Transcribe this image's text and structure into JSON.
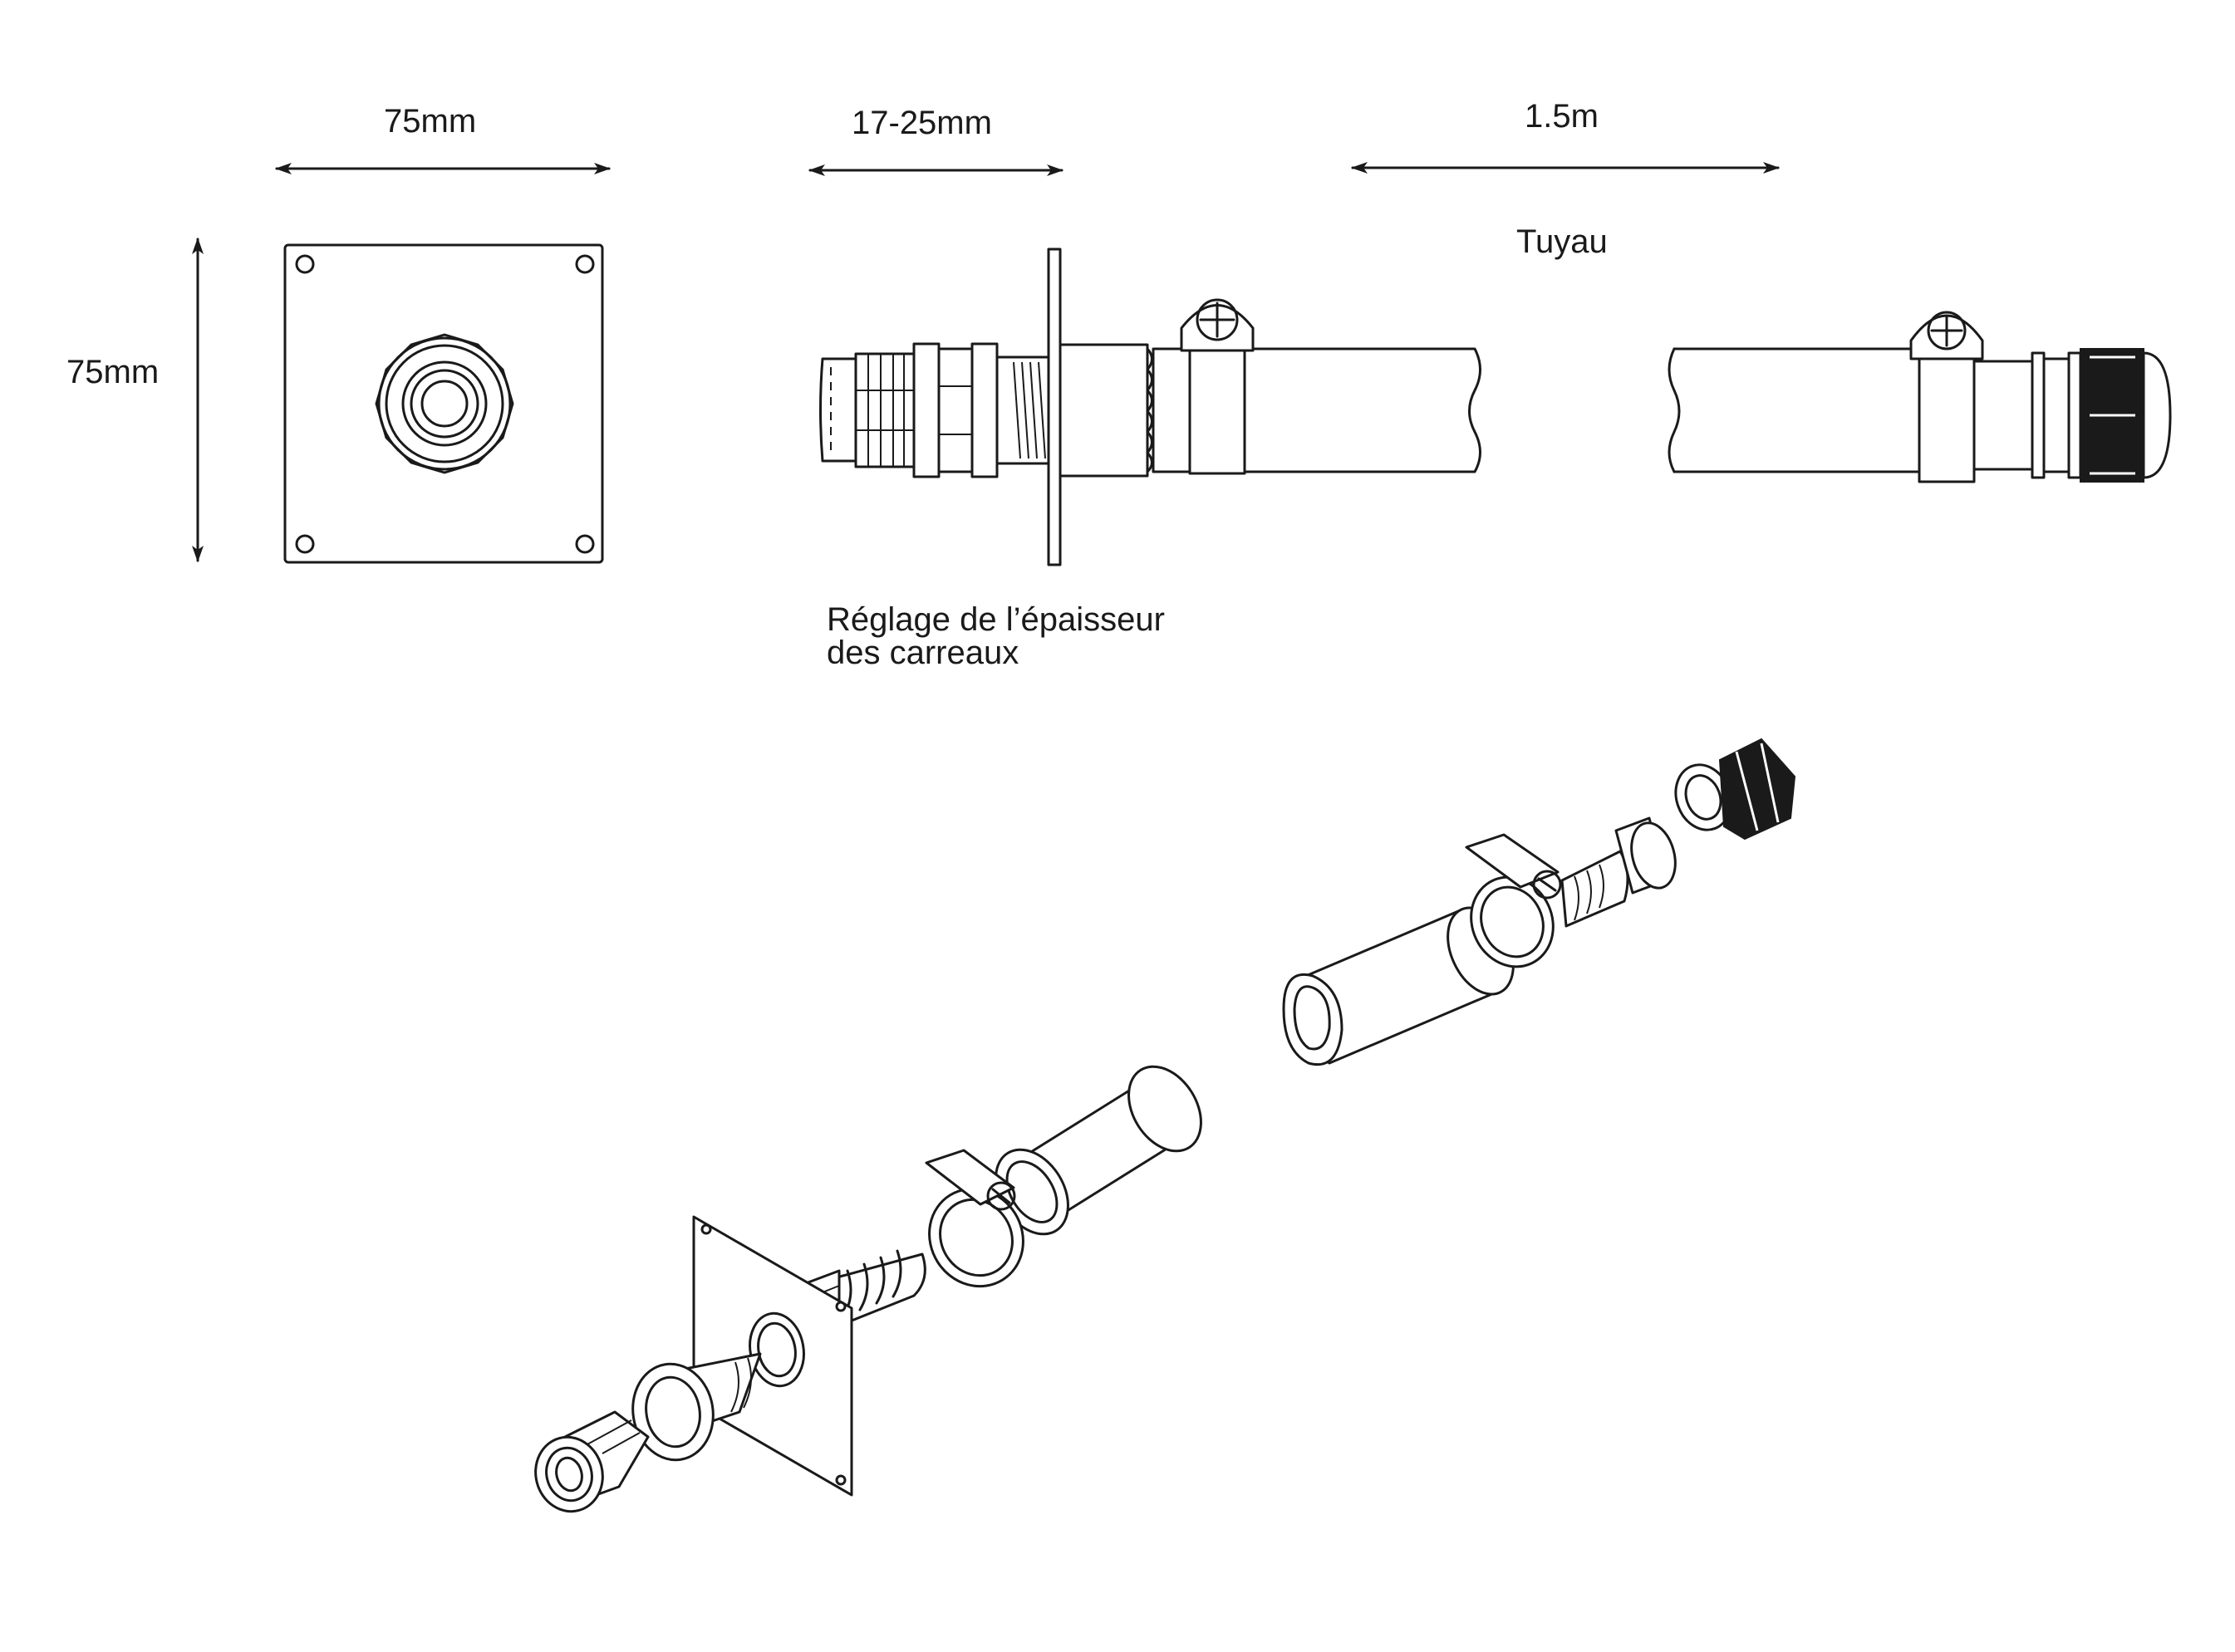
{
  "dimensions": {
    "plate_width": "75mm",
    "plate_height": "75mm",
    "tile_adjust_range": "17-25mm",
    "hose_length": "1.5m"
  },
  "labels": {
    "hose": "Tuyau",
    "tile_note": "Réglage de l’épaisseur\ndes carreaux"
  },
  "colors": {
    "line": "#1a1a1a",
    "background": "#ffffff"
  }
}
